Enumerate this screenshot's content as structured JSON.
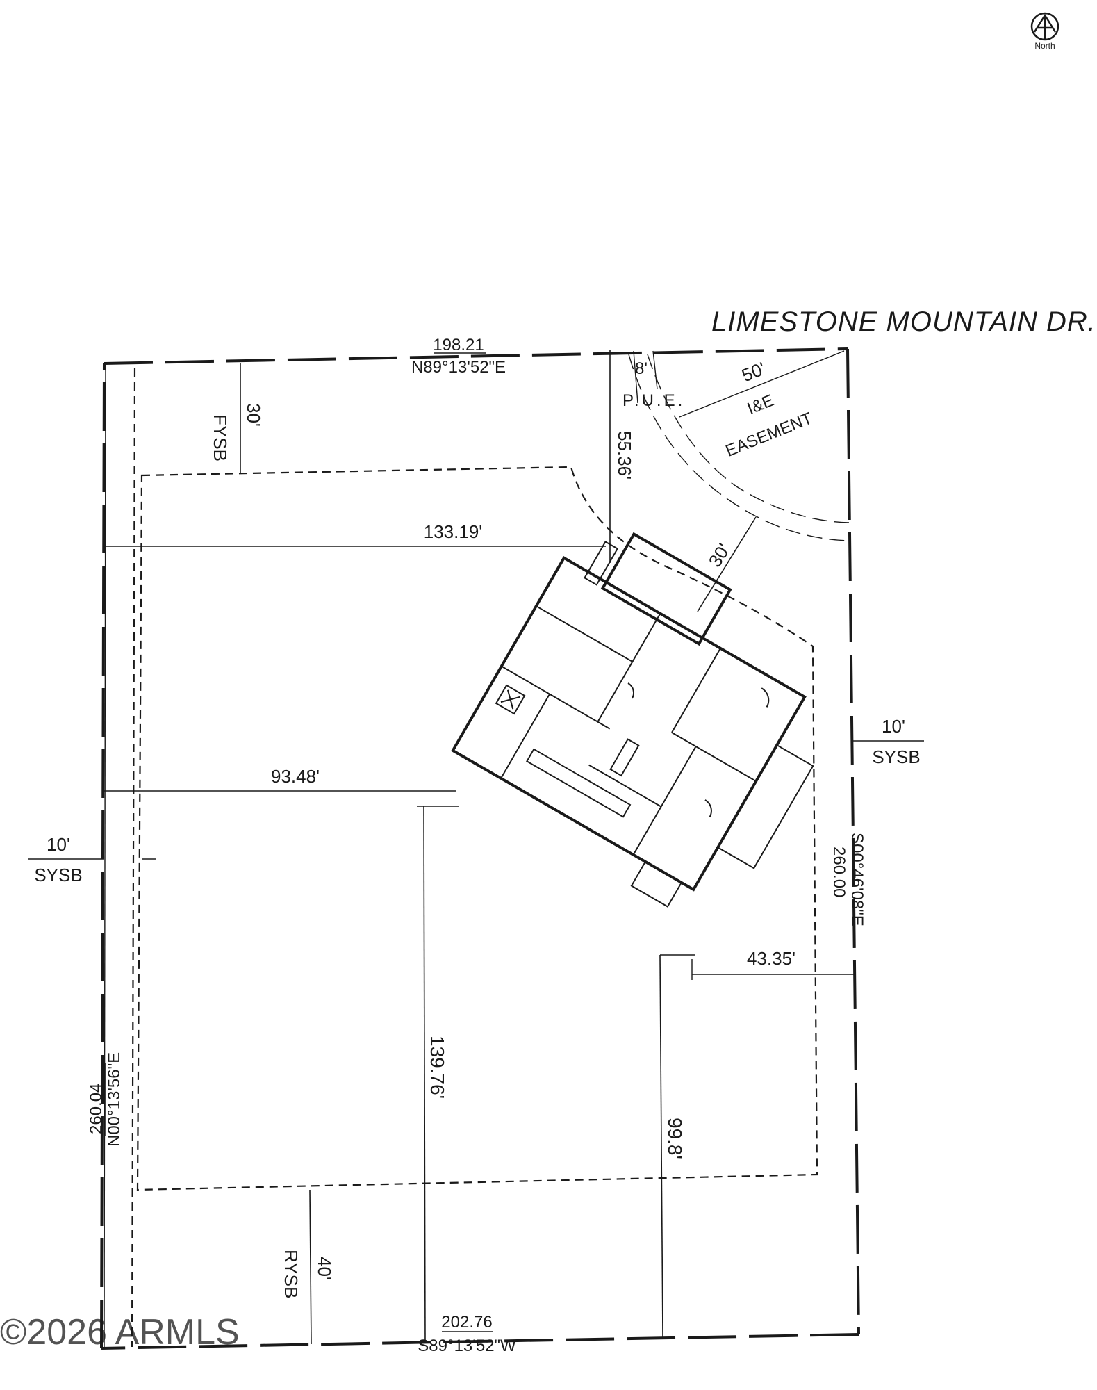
{
  "street": {
    "name": "LIMESTONE MOUNTAIN DR."
  },
  "north_arrow": {
    "label": "North",
    "icon": "north-arrow-icon"
  },
  "property_lines": {
    "north": {
      "length": "198.21",
      "bearing": "N89°13'52\"E"
    },
    "south": {
      "length": "202.76",
      "bearing": "S89°13'52\"W"
    },
    "west": {
      "length": "260.04",
      "bearing": "N00°13'56\"E"
    },
    "east": {
      "length": "260.00",
      "bearing": "S00°46'08\"E"
    }
  },
  "setbacks": {
    "front": {
      "distance": "30'",
      "label": "FYSB"
    },
    "rear": {
      "distance": "40'",
      "label": "RYSB"
    },
    "side_west": {
      "distance": "10'",
      "label": "SYSB"
    },
    "side_east": {
      "distance": "10'",
      "label": "SYSB"
    }
  },
  "easements": {
    "pue": {
      "width": "8'",
      "label": "P.U.E."
    },
    "ie": {
      "radius": "50'",
      "label_line1": "I&E",
      "label_line2": "EASEMENT"
    },
    "arc_offset": "30'"
  },
  "dimensions": {
    "d_133": "133.19'",
    "d_55": "55.36'",
    "d_93": "93.48'",
    "d_139": "139.76'",
    "d_99": "99.8'",
    "d_43": "43.35'"
  },
  "watermark": {
    "text": "©2026 ARMLS"
  }
}
